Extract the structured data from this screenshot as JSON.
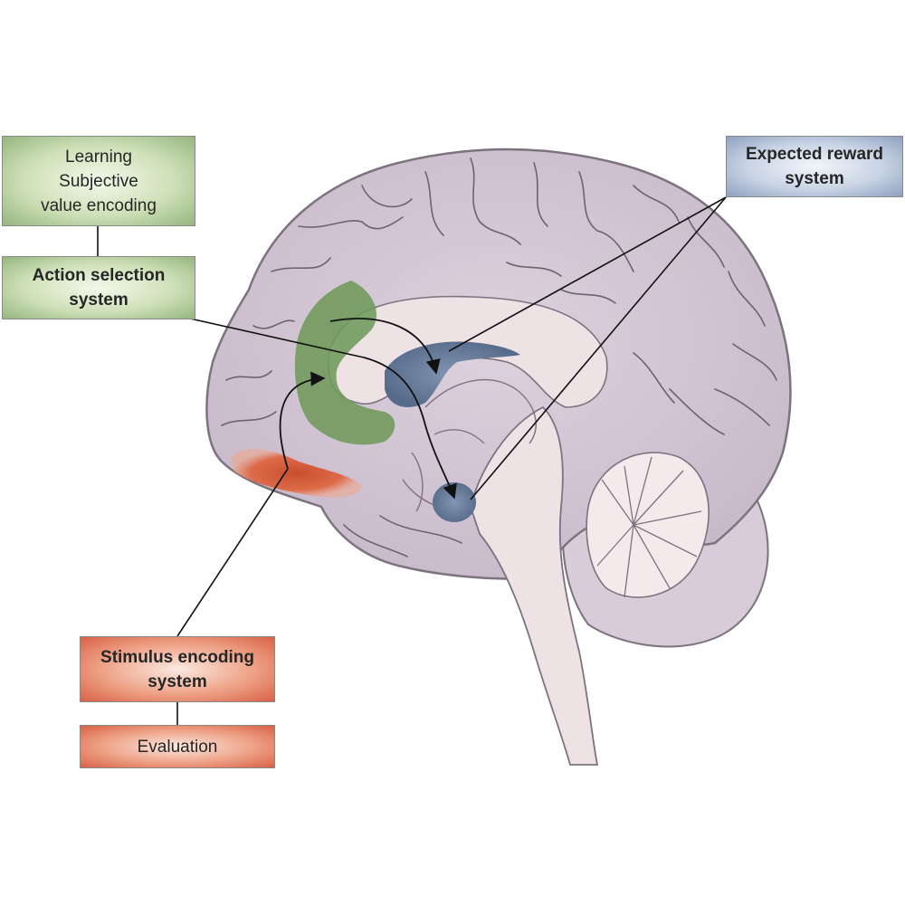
{
  "labels": {
    "learning": "Learning\nSubjective\nvalue encoding",
    "action_selection": "Action selection\nsystem",
    "expected_reward": "Expected reward\nsystem",
    "stimulus_encoding": "Stimulus encoding\nsystem",
    "evaluation": "Evaluation"
  },
  "colors": {
    "brain": "#d5c9d6",
    "brain_outline": "#7d7280",
    "sulcus": "#6e6270",
    "interior": "#efe2e5",
    "green_region": "#6f9a5b",
    "red_region": "#d5623f",
    "blue_region": "#5f7592",
    "arrow": "#111111"
  }
}
